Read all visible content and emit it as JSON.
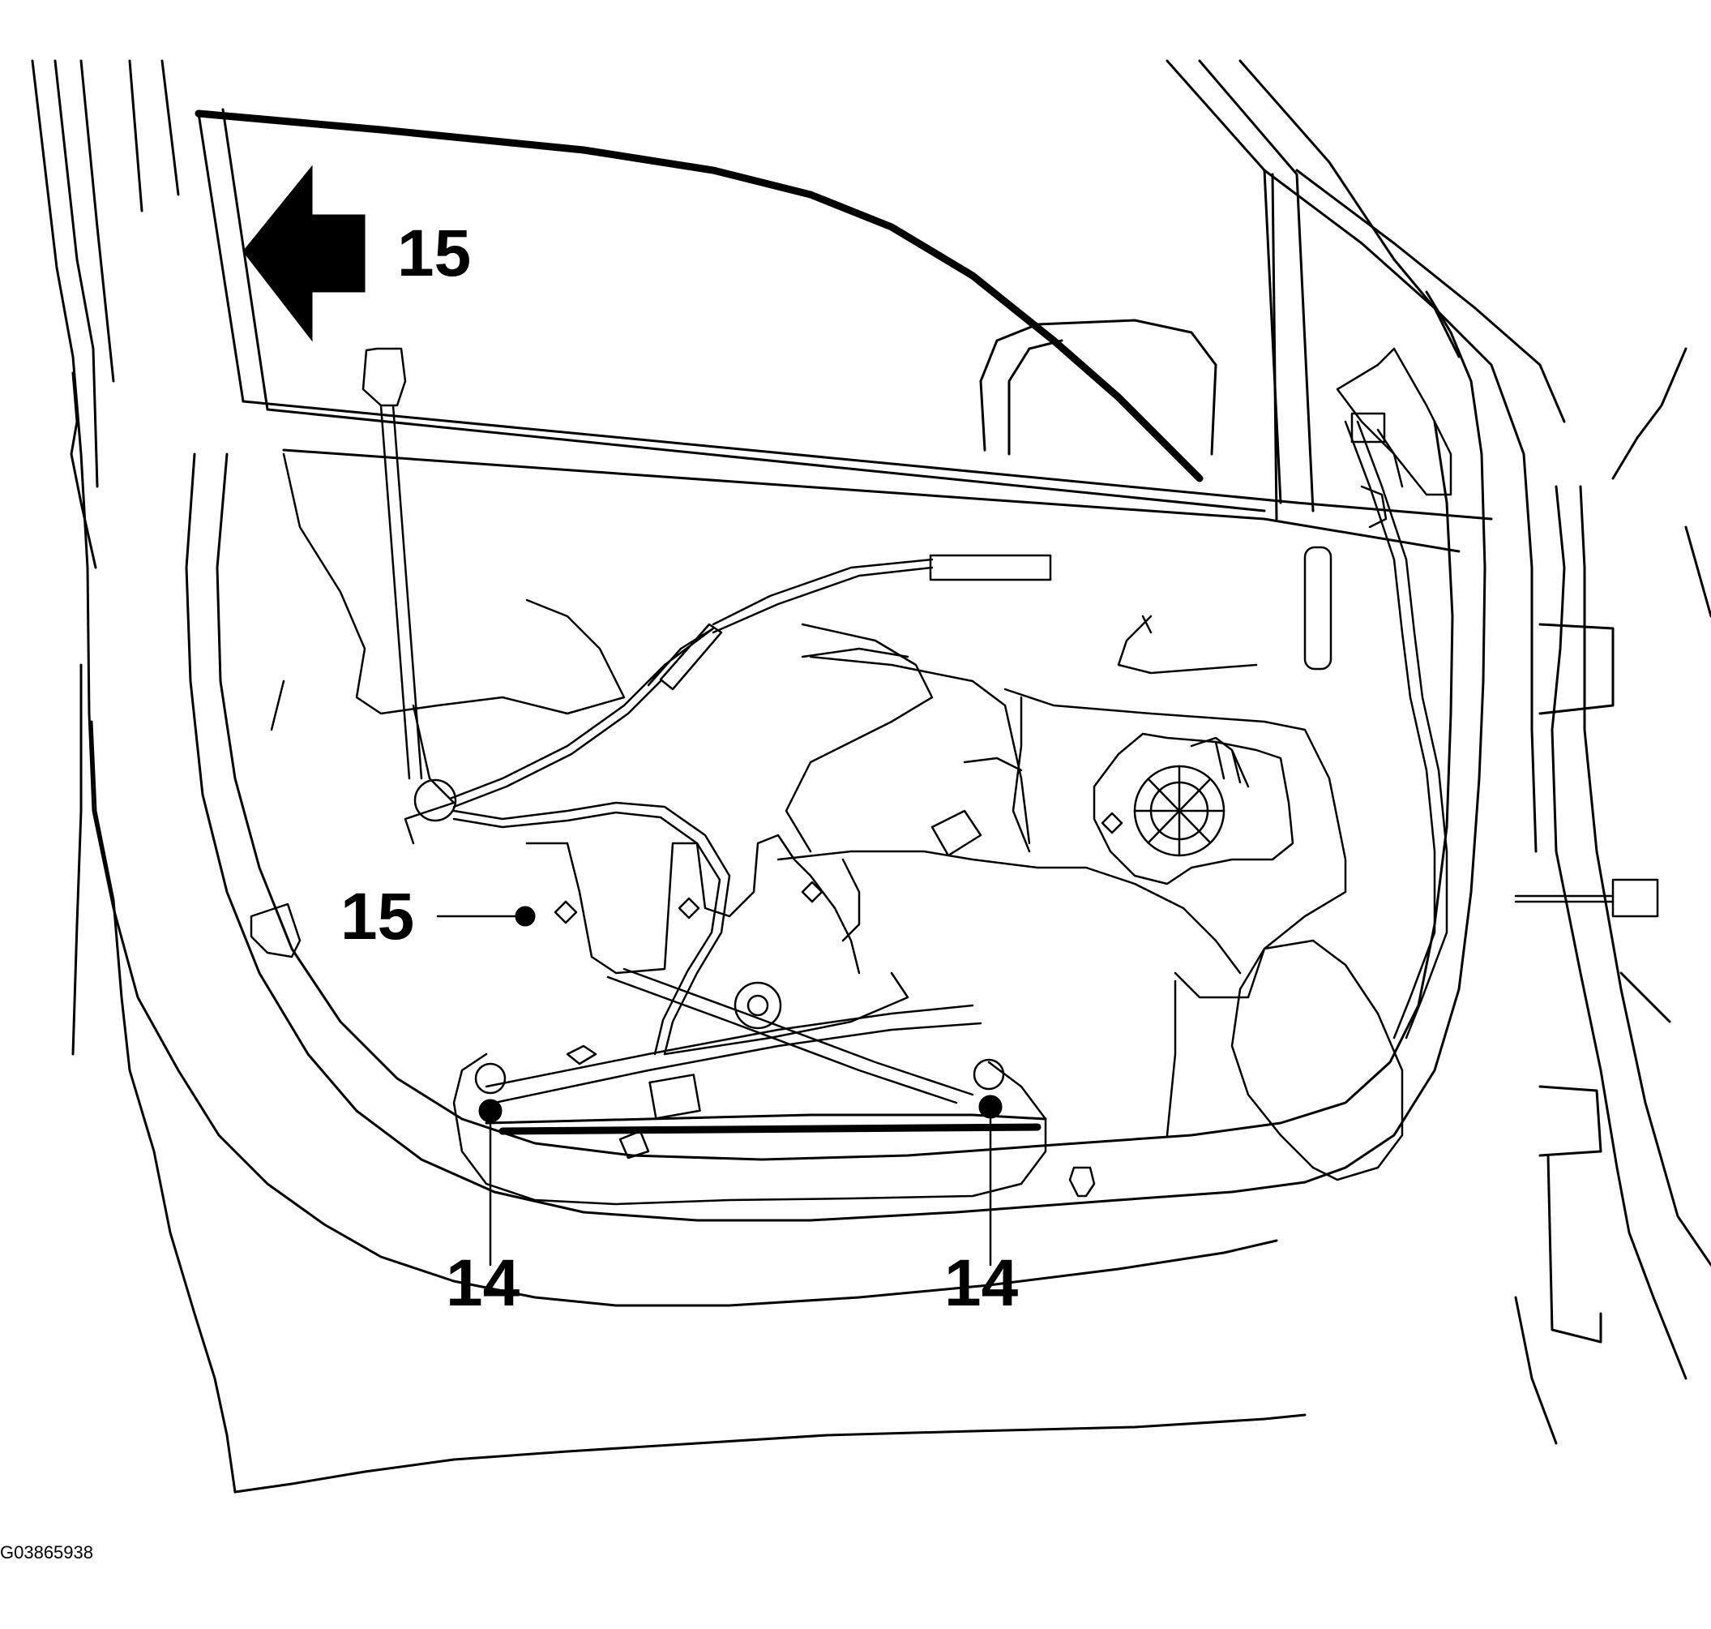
{
  "callouts": {
    "arrow_label": "15",
    "fastener_label": "15",
    "bolt_left_label": "14",
    "bolt_right_label": "14"
  },
  "figure_id": "G03865938",
  "icons": {
    "direction_arrow": "arrow-left-icon"
  },
  "colors": {
    "ink": "#000000",
    "paper": "#ffffff"
  }
}
